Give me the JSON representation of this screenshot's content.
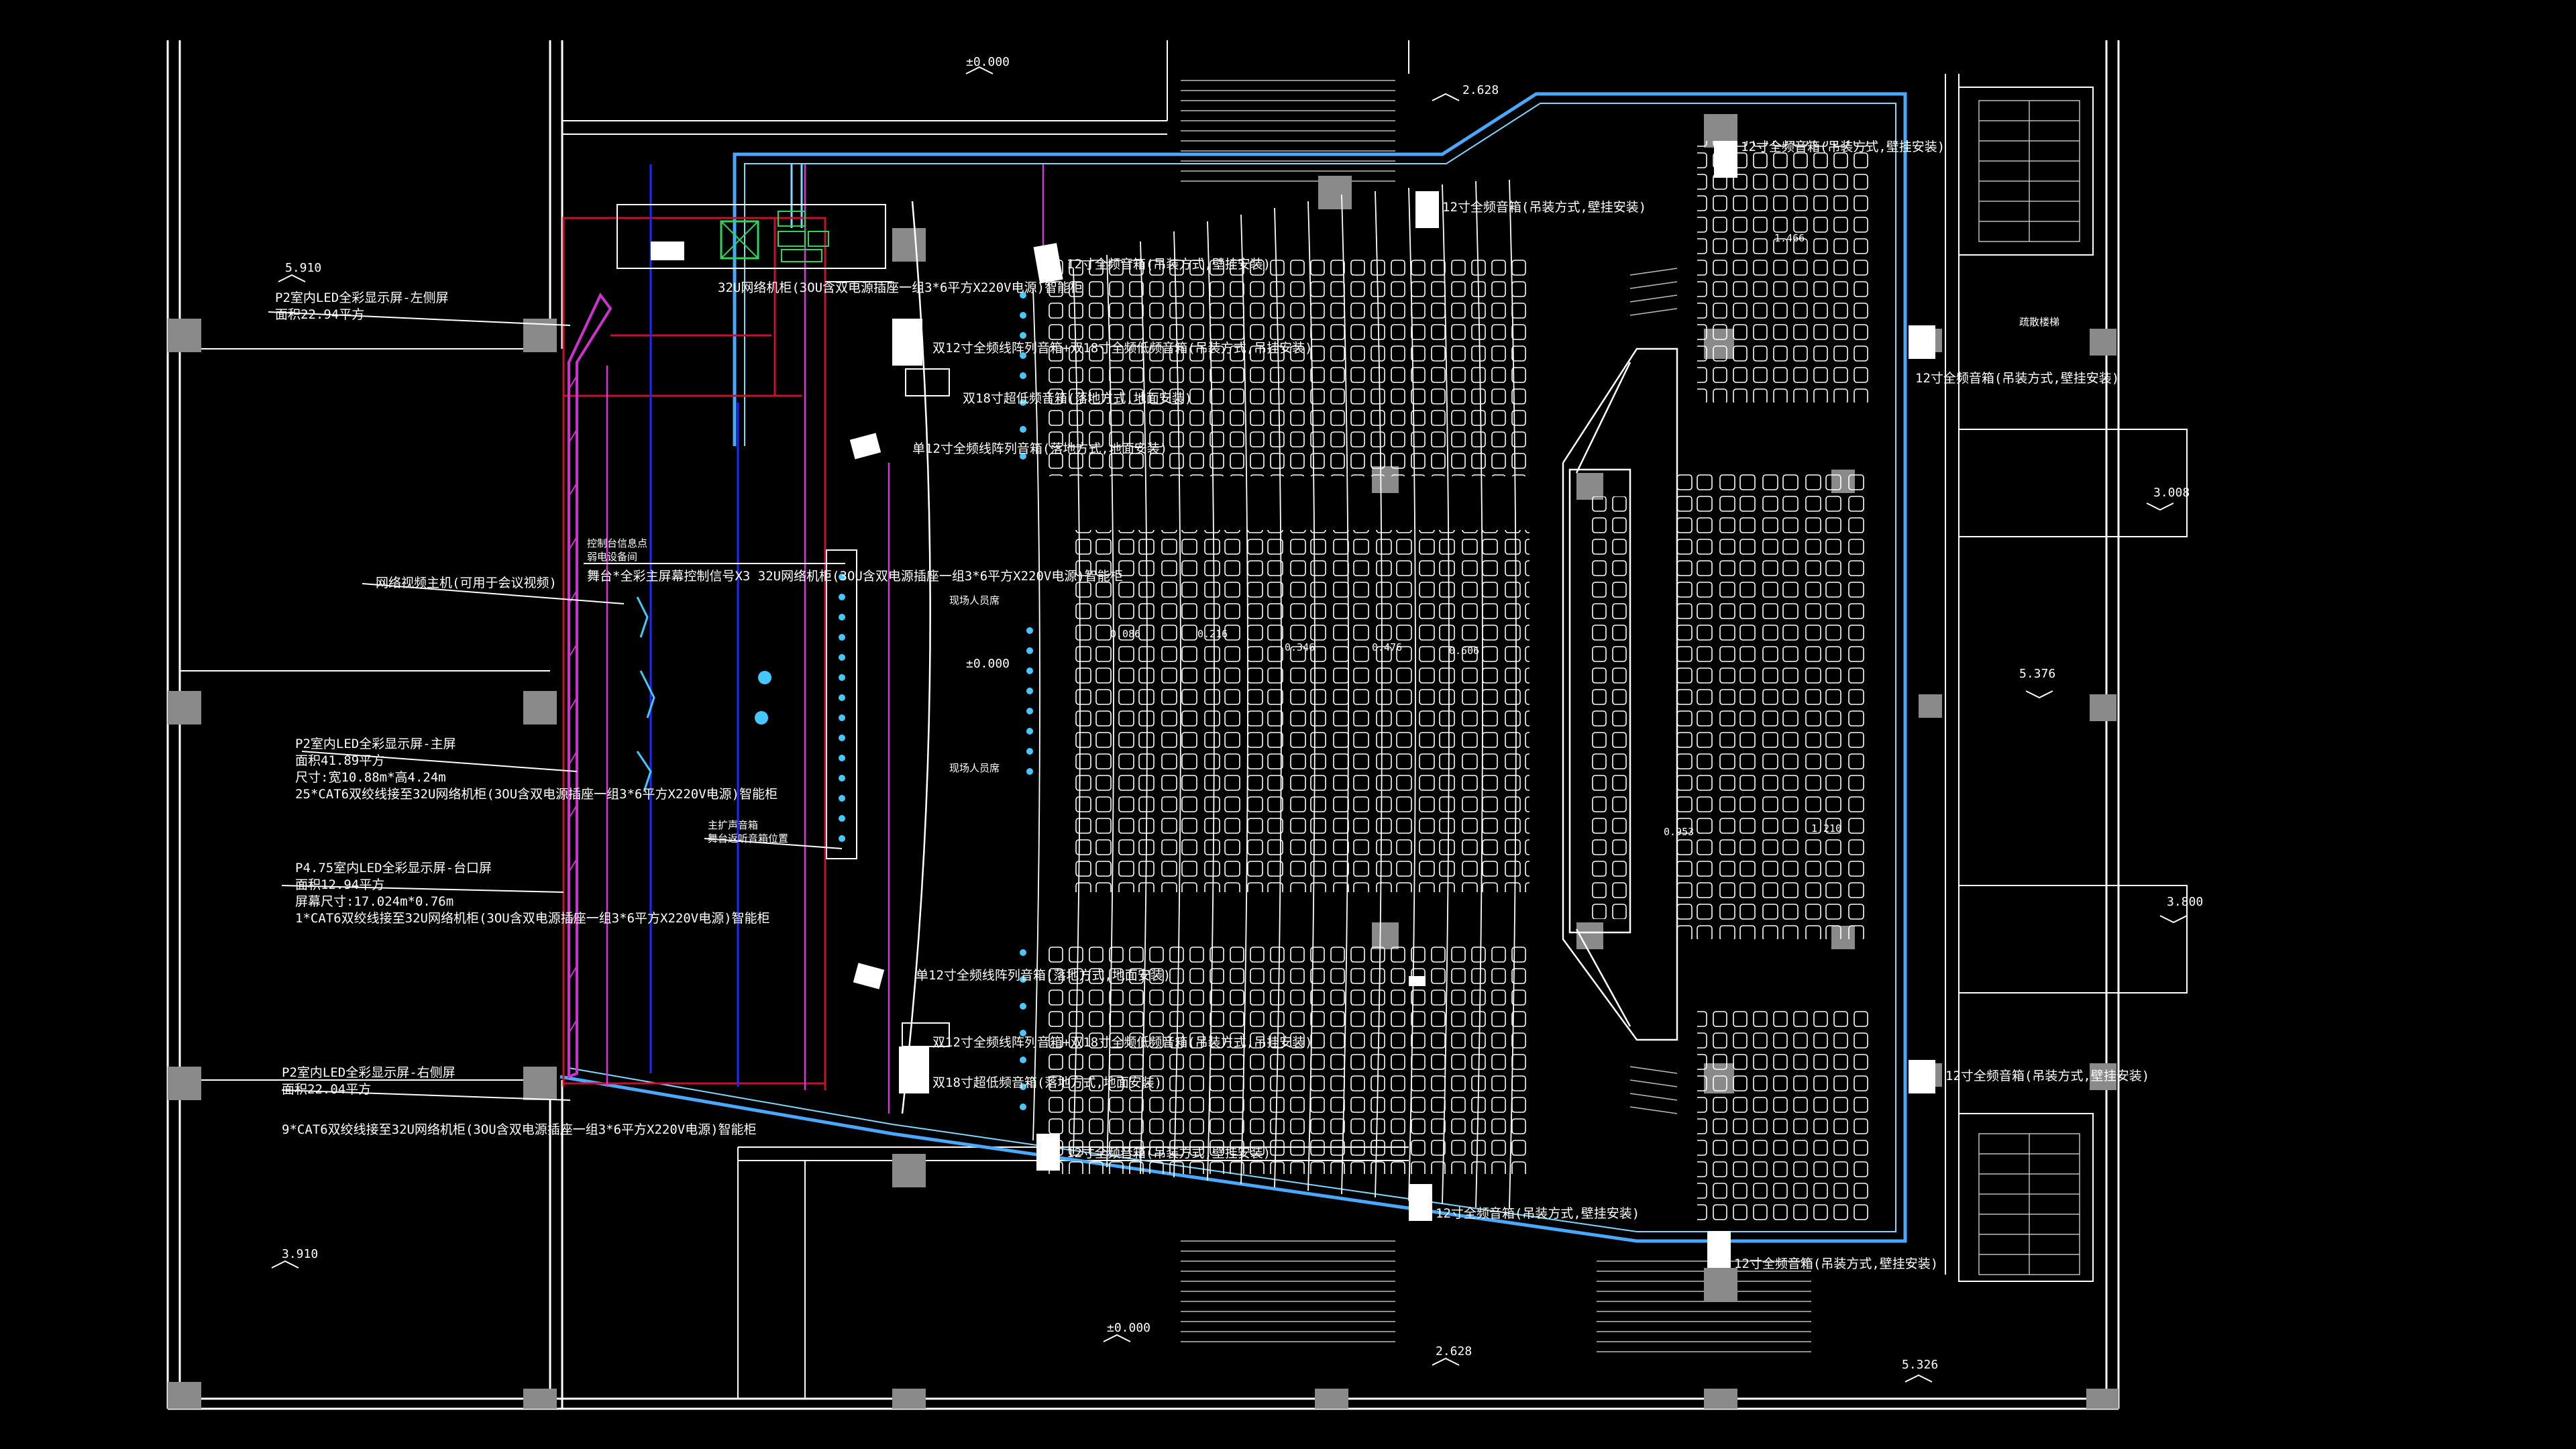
{
  "colors": {
    "background": "#000000",
    "wall": "#ffffff",
    "wall_dim": "#bdbdbd",
    "column": "#8a8a8a",
    "cable_tray": "#4aa8ff",
    "cable_tray_inner": "#7fd8ff",
    "stage_border": "#c8102e",
    "led_screen": "#cc33cc",
    "magenta_line": "#d23cd2",
    "speaker": "#45c7ff",
    "blue_trunk": "#1a2cff",
    "green_rack": "#31d45a"
  },
  "elevations": {
    "e1": "±0.000",
    "e2": "2.628",
    "e3": "5.910",
    "e4": "3.008",
    "e5": "5.376",
    "e6": "3.800",
    "e7": "3.910",
    "e8": "±0.000",
    "e9": "2.628",
    "e10": "5.326",
    "e11": "±0.000"
  },
  "annotations": {
    "led_top_1": "P2室内LED全彩显示屏-左侧屏",
    "led_top_2": "面积22.94平方",
    "equip_rack": "32U网络机柜(3OU含双电源插座一组3*6平方X220V电源)智能柜",
    "control_1": "控制台信息点",
    "control_2": "弱电设备间",
    "control_3": "舞台*全彩主屏幕控制信号X3 32U网络机柜(3OU含双电源插座一组3*6平方X220V电源)智能柜",
    "stage_wall": "网络视频主机(可用于会议视频)",
    "led_main_1": "P2室内LED全彩显示屏-主屏",
    "led_main_2": "面积41.89平方",
    "led_main_3": "尺寸:宽10.88m*高4.24m",
    "led_main_4": "25*CAT6双绞线接至32U网络机柜(3OU含双电源插座一组3*6平方X220V电源)智能柜",
    "led_right_1": "P4.75室内LED全彩显示屏-台口屏",
    "led_right_2": "面积12.94平方",
    "led_right_3": "屏幕尺寸:17.024m*0.76m",
    "led_right_4": "1*CAT6双绞线接至32U网络机柜(3OU含双电源插座一组3*6平方X220V电源)智能柜",
    "led_bot_1": "P2室内LED全彩显示屏-右侧屏",
    "led_bot_2": "面积22.04平方",
    "led_bot_3": "9*CAT6双绞线接至32U网络机柜(3OU含双电源插座一组3*6平方X220V电源)智能柜",
    "stage_mic": "主扩声音箱",
    "stage_mic2": "舞台返听音箱位置",
    "spk_top_1": "12寸全频音箱(吊装方式,壁挂安装)",
    "spk_top_2": "12寸全频音箱(吊装方式,壁挂安装)",
    "spk_top_3": "12寸全频音箱(吊装方式,壁挂安装)",
    "spk_right_1": "12寸全频音箱(吊装方式,壁挂安装)",
    "spk_right_2": "12寸全频音箱(吊装方式,壁挂安装)",
    "spk_bot_1": "12寸全频音箱(吊装方式,壁挂安装)",
    "spk_bot_2": "12寸全频音箱(吊装方式,壁挂安装)",
    "spk_bot_3": "12寸全频音箱(吊装方式,壁挂安装)",
    "spk_line_1": "双12寸全频线阵列音箱+双18寸全频低频音箱(吊装方式,吊挂安装)",
    "spk_line_2": "双18寸超低频音箱(落地方式,地面安装)",
    "spk_line_3": "单12寸全频线阵列音箱(落地方式,地面安装)",
    "spk_line_4": "单12寸全频线阵列音箱(落地方式,地面安装)",
    "spk_line_5": "双12寸全频线阵列音箱+双18寸全频低频音箱(吊装方式,吊挂安装)",
    "spk_line_6": "双18寸超低频音箱(落地方式,地面安装)",
    "stage_a": "现场人员席",
    "stage_b": "现场人员席",
    "stair": "疏散楼梯",
    "floor_1": "0.086",
    "floor_2": "0.216",
    "floor_3": "0.346",
    "floor_4": "0.476",
    "floor_5": "0.606",
    "floor_6": "1.466",
    "floor_7": "1.210",
    "floor_8": "0.953"
  }
}
